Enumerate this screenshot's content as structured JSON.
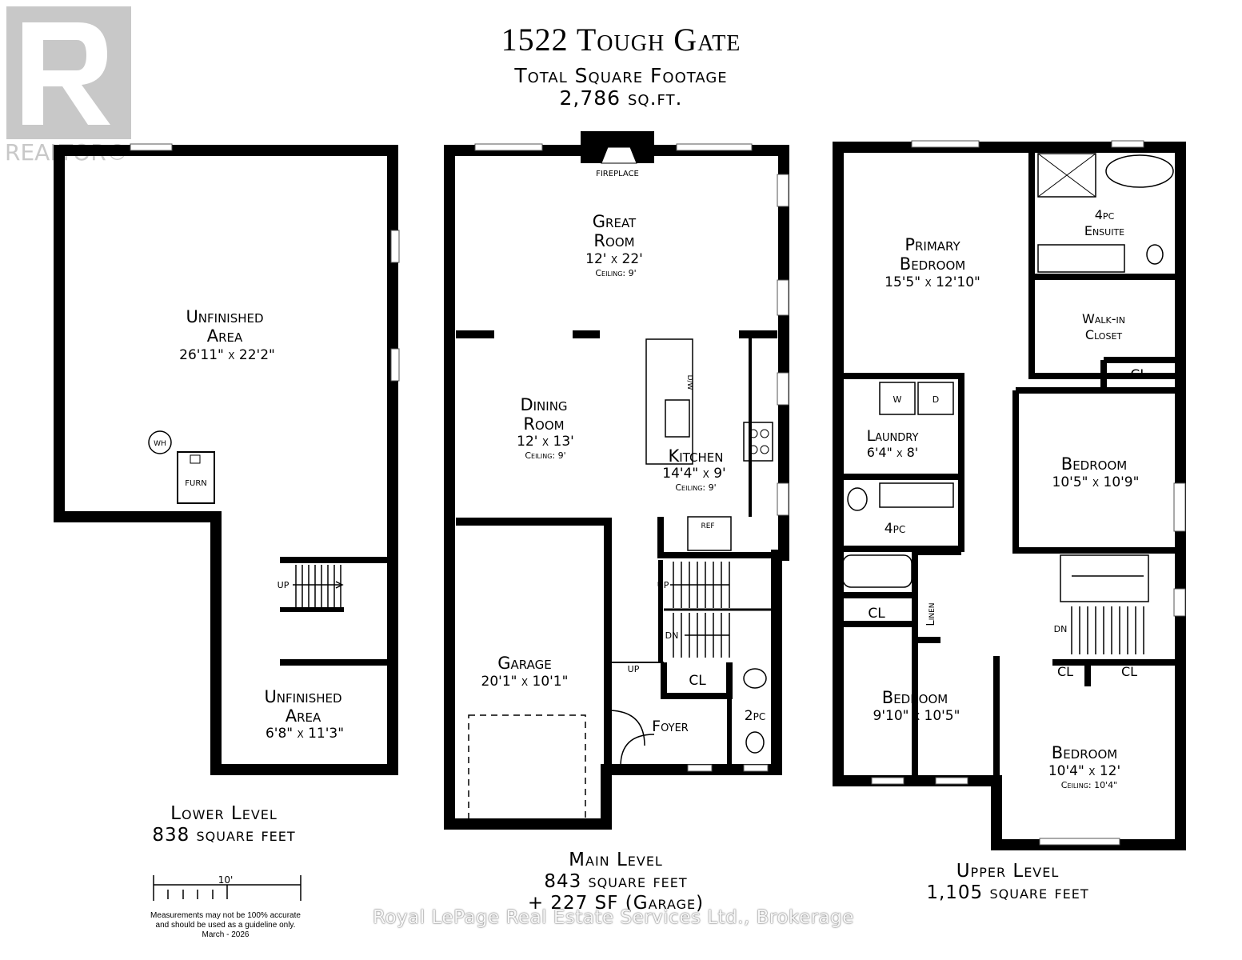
{
  "header": {
    "address": "1522 Tough Gate",
    "total_label": "Total Square Footage",
    "total_value": "2,786 sq.ft."
  },
  "logo": {
    "text": "REALTOR®",
    "color": "#c8c8c8"
  },
  "lower_level": {
    "name": "Lower Level",
    "area": "838 square feet",
    "rooms": {
      "unfinished_main": {
        "name1": "Unfinished",
        "name2": "Area",
        "dims": "26'11\" x 22'2\""
      },
      "unfinished_small": {
        "name1": "Unfinished",
        "name2": "Area",
        "dims": "6'8\" x 11'3\""
      }
    },
    "fixtures": {
      "wh": "WH",
      "furn": "FURN",
      "up": "UP"
    }
  },
  "main_level": {
    "name": "Main Level",
    "area": "843 square feet",
    "garage_area": "+ 227 SF (Garage)",
    "rooms": {
      "great_room": {
        "name1": "Great",
        "name2": "Room",
        "dims": "12' x 22'",
        "ceiling": "Ceiling: 9'"
      },
      "dining_room": {
        "name1": "Dining",
        "name2": "Room",
        "dims": "12' x 13'",
        "ceiling": "Ceiling: 9'"
      },
      "kitchen": {
        "name": "Kitchen",
        "dims": "14'4\" x 9'",
        "ceiling": "Ceiling: 9'"
      },
      "garage": {
        "name": "Garage",
        "dims": "20'1\" x 10'1\""
      },
      "foyer": {
        "name": "Foyer"
      },
      "cl": {
        "name": "CL"
      },
      "powder": {
        "name": "2pc"
      }
    },
    "fixtures": {
      "fireplace": "FIREPLACE",
      "ref": "REF",
      "dw": "D/W",
      "up": "UP",
      "dn": "DN",
      "up2": "UP"
    }
  },
  "upper_level": {
    "name": "Upper Level",
    "area": "1,105 square feet",
    "rooms": {
      "primary": {
        "name1": "Primary",
        "name2": "Bedroom",
        "dims": "15'5\" x 12'10\""
      },
      "ensuite": {
        "name1": "4pc",
        "name2": "Ensuite"
      },
      "walkin": {
        "name1": "Walk-in",
        "name2": "Closet"
      },
      "laundry": {
        "name": "Laundry",
        "dims": "6'4\" x 8'"
      },
      "bedroom2": {
        "name": "Bedroom",
        "dims": "10'5\" x 10'9\""
      },
      "bath": {
        "name": "4pc"
      },
      "linen": {
        "name": "Linen"
      },
      "bedroom3": {
        "name": "Bedroom",
        "dims": "9'10\" x 10'5\""
      },
      "bedroom4": {
        "name": "Bedroom",
        "dims": "10'4\" x 12'",
        "ceiling": "Ceiling: 10'4\""
      },
      "cl": "CL"
    },
    "fixtures": {
      "dn": "DN",
      "w": "W",
      "d": "D"
    }
  },
  "scale": {
    "label": "10'"
  },
  "disclaimer": {
    "line1": "Measurements may not be 100% accurate",
    "line2": "and should be used as a guideline only.",
    "line3": "March - 2026"
  },
  "watermark": "Royal LePage Real Estate Services Ltd., Brokerage"
}
